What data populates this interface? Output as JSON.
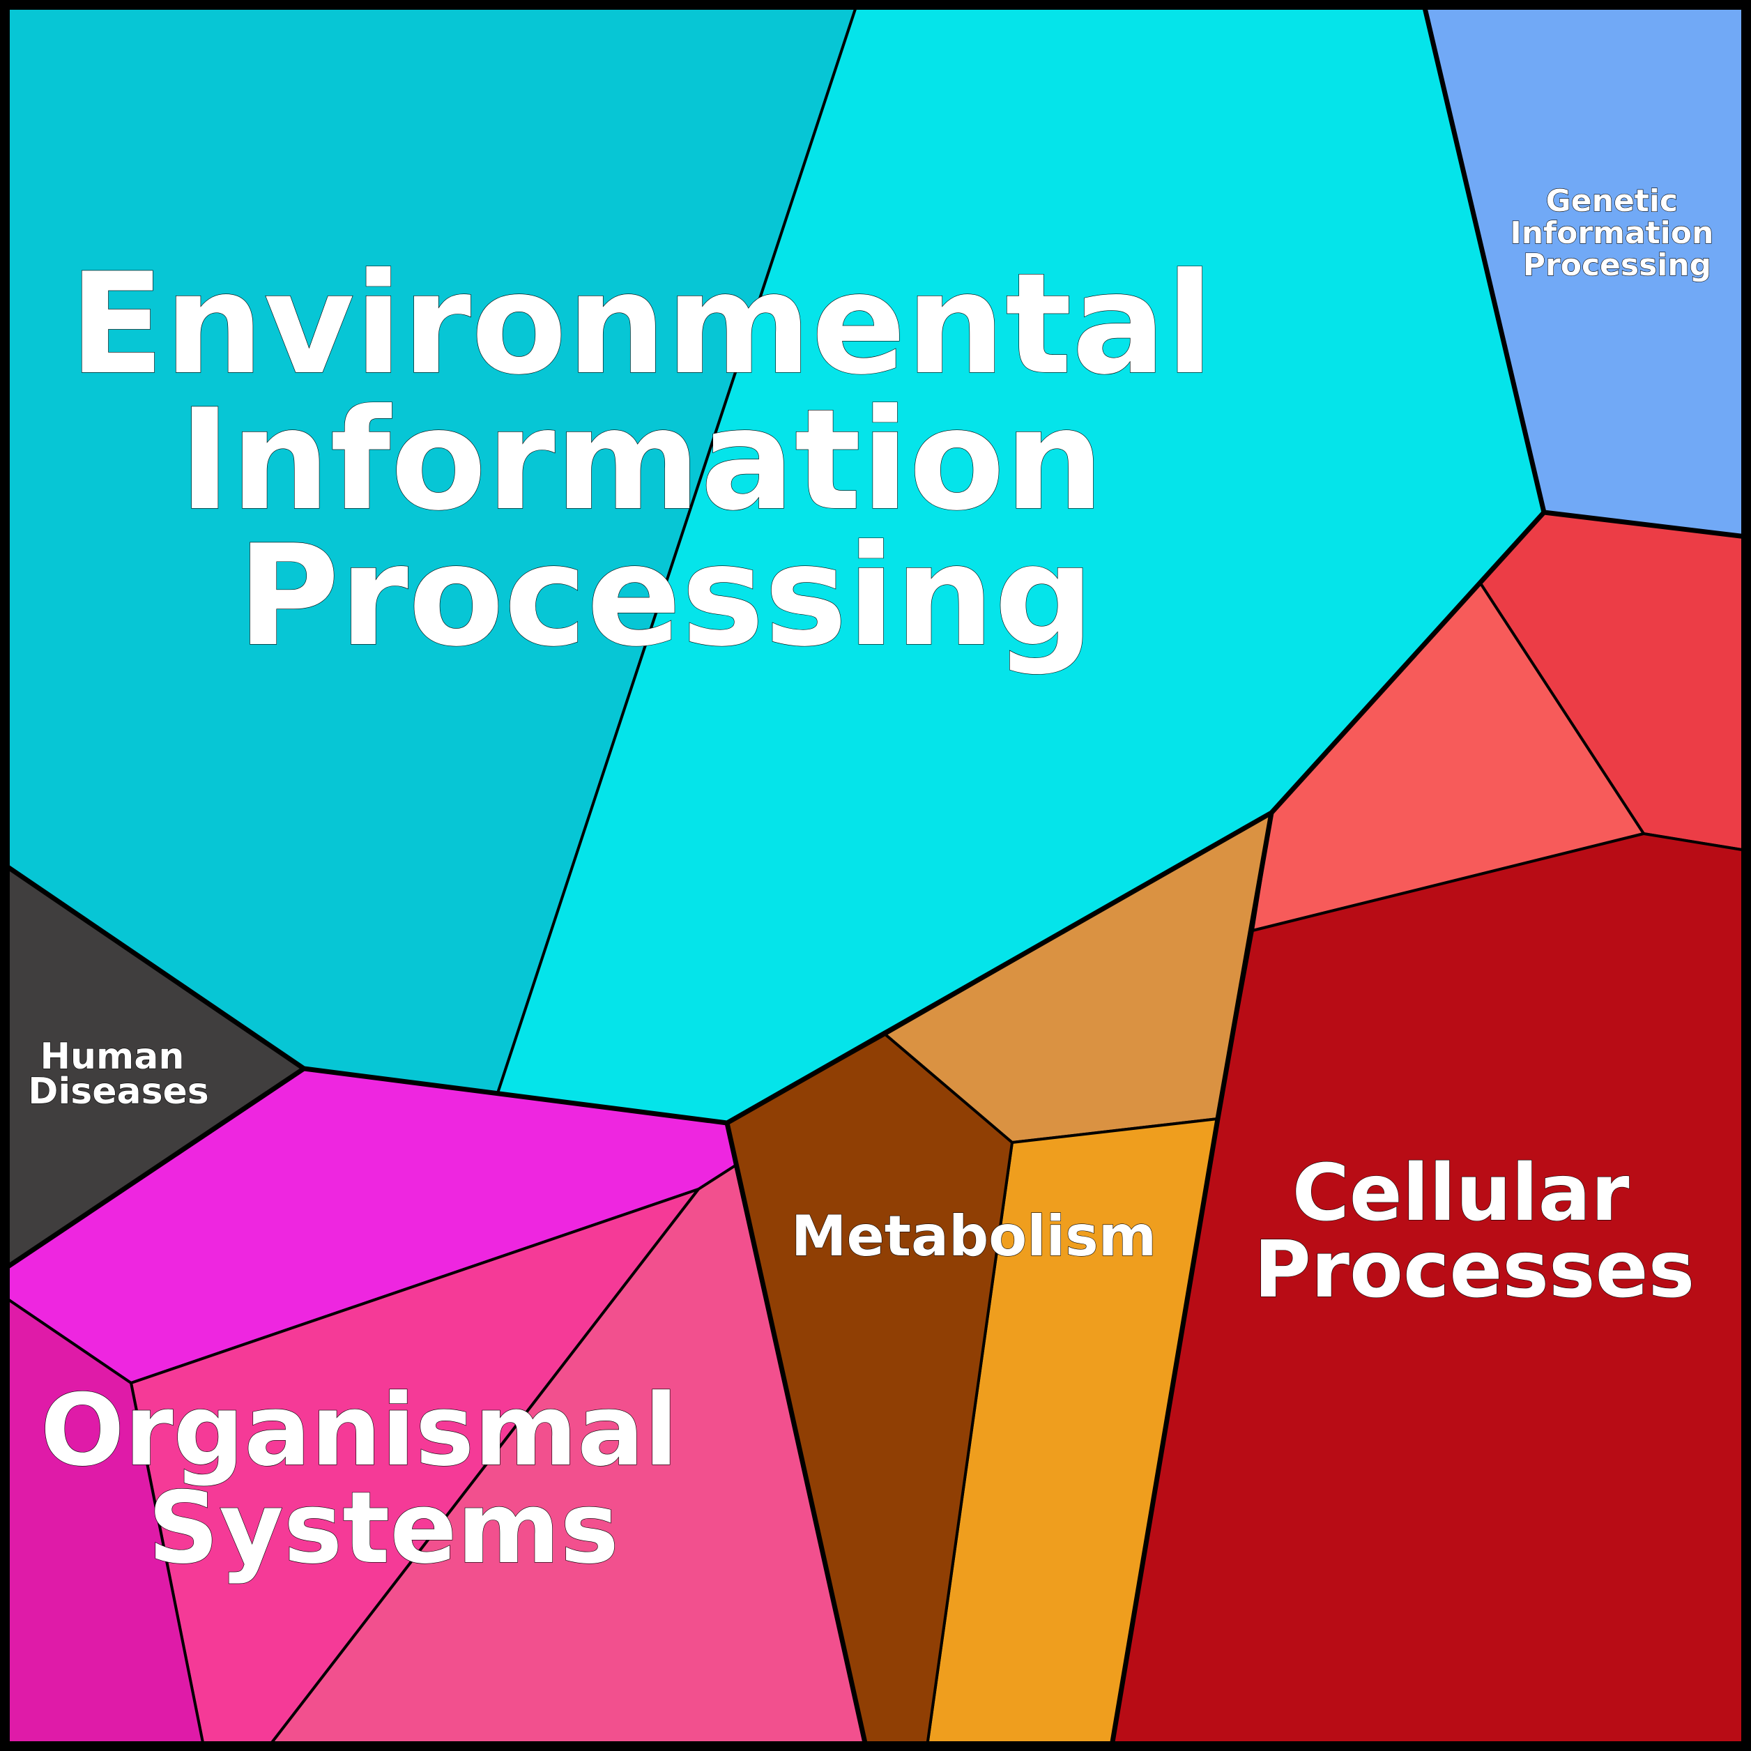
{
  "groups": [
    {
      "label_lines": [
        "Environmental",
        "Information",
        "Processing"
      ],
      "color": "#05E4EA"
    },
    {
      "label_lines": [
        "Genetic",
        "Information",
        "Processing"
      ],
      "color": "#71A9F6"
    },
    {
      "label_lines": [
        "Human",
        "Diseases"
      ],
      "color": "#403E3E"
    },
    {
      "label_lines": [
        "Metabolism"
      ],
      "color": "#903F04"
    },
    {
      "label_lines": [
        "Cellular",
        "Processes"
      ],
      "color": "#B80C15"
    },
    {
      "label_lines": [
        "Organismal",
        "Systems"
      ],
      "color": "#F0258E"
    }
  ],
  "colors": {
    "env_left": "#07C6D5",
    "env_right": "#05E4EA",
    "genetic": "#71A9F6",
    "human": "#403E3E",
    "organismal_magenta": "#EE26E0",
    "organismal_pink1": "#F53A97",
    "organismal_pink2": "#F2508E",
    "organismal_left": "#DF1BA8",
    "metabolism_brown": "#903F04",
    "metabolism_tan": "#DA9242",
    "metabolism_orange": "#EF9E1E",
    "cellular_dark": "#B80C15",
    "cellular_coral": "#F75B5A",
    "cellular_red": "#EC3D46",
    "border": "#000000"
  }
}
